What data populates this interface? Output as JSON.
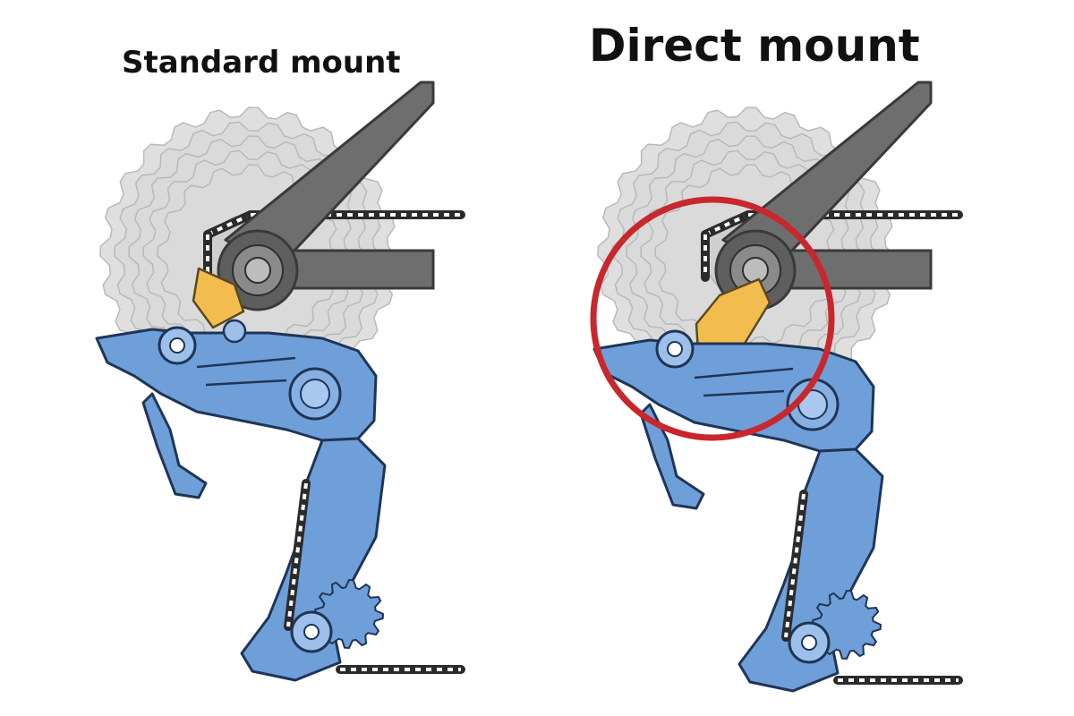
{
  "panels": [
    {
      "label": "Standard mount"
    },
    {
      "label": "Direct mount"
    }
  ],
  "colors": {
    "background": "#ffffff",
    "cassette_fill": "#d9d9d9",
    "cassette_stroke": "#b9b9b9",
    "frame_fill": "#6e6e6e",
    "frame_stroke": "#3a3a3a",
    "hanger_fill": "#f2bd4e",
    "hanger_stroke": "#5a4a1e",
    "derailleur_fill": "#6f9fd8",
    "derailleur_stroke": "#1f3557",
    "chain": "#2b2b2b",
    "highlight_circle": "#c8282d"
  },
  "icons": {
    "cassette": "sprocket-cassette-icon",
    "frame": "bike-frame-stays-icon",
    "hanger": "derailleur-hanger-icon",
    "derailleur": "rear-derailleur-icon",
    "chain": "chain-icon",
    "highlight": "red-highlight-circle-icon"
  },
  "highlight": {
    "panel_index": 1,
    "shape": "circle"
  }
}
